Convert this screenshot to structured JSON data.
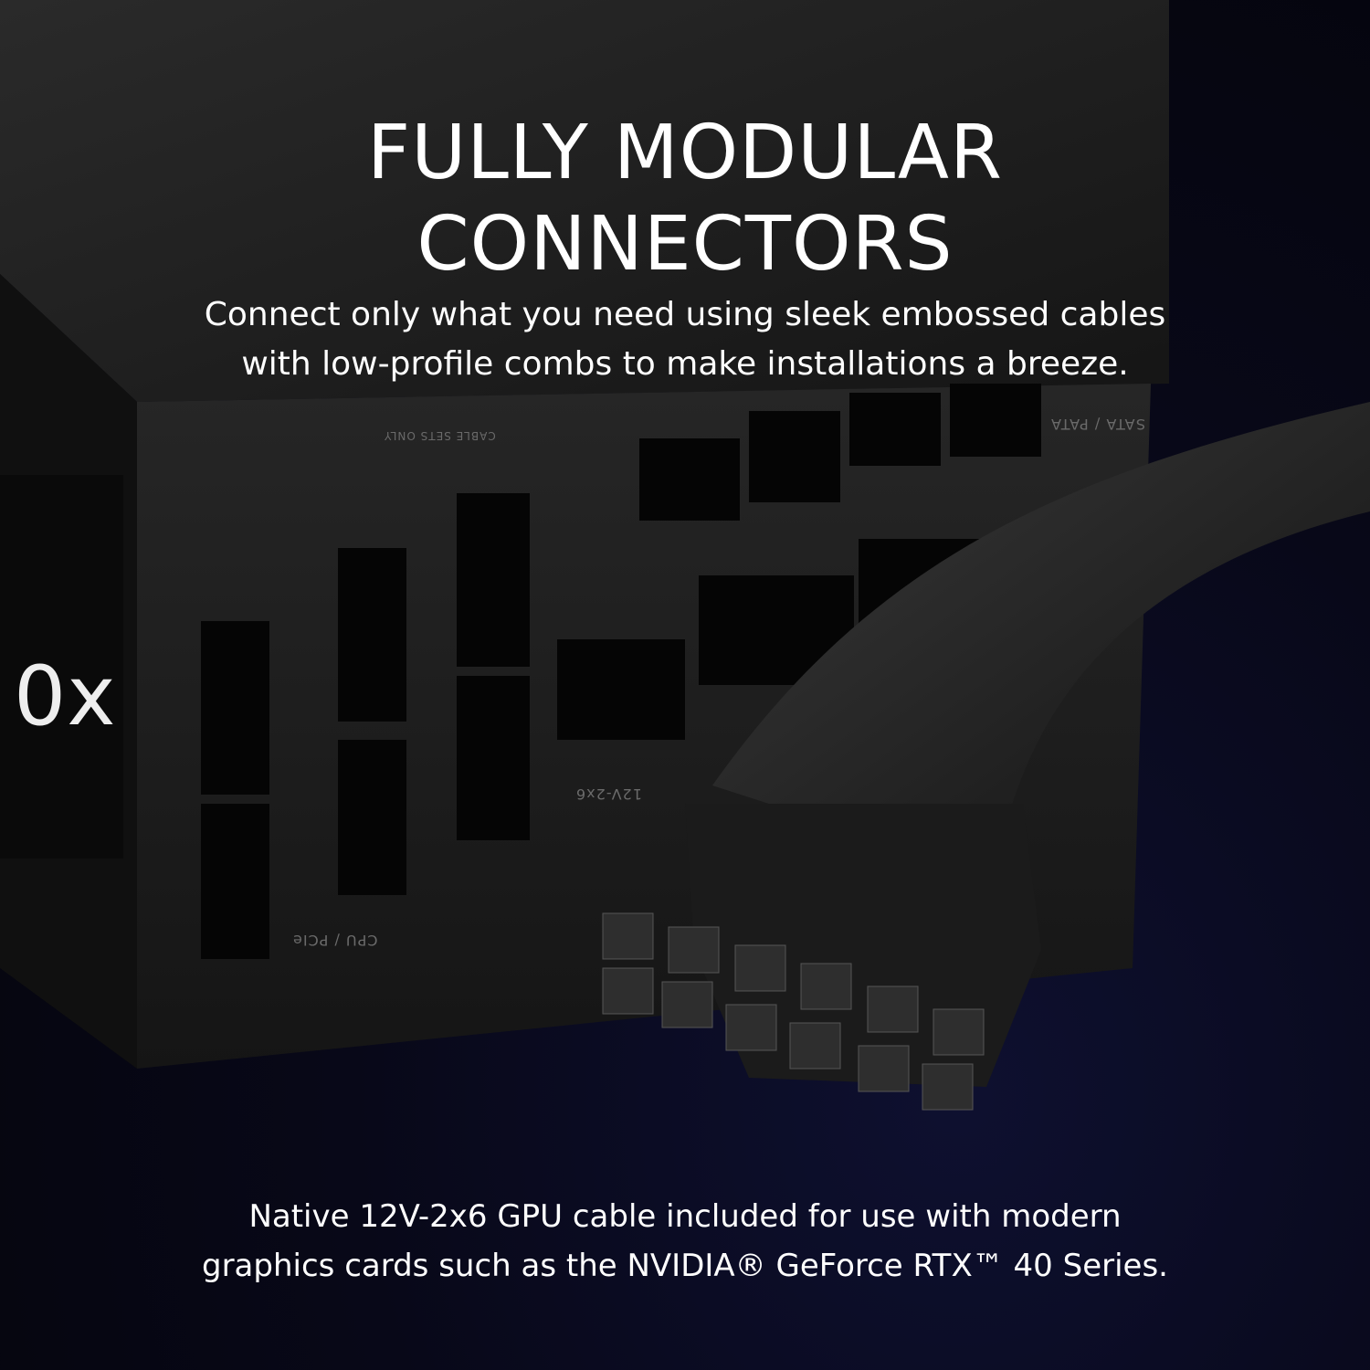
{
  "headline": {
    "line1": "FULLY MODULAR",
    "line2": "CONNECTORS"
  },
  "subtitle": {
    "line1": "Connect only what you need using sleek embossed cables",
    "line2": "with low-profile combs to make installations a breeze."
  },
  "footer": {
    "line1": "Native 12V-2x6 GPU cable included for use with modern",
    "line2": "graphics cards such as the NVIDIA® GeForce RTX™ 40 Series."
  },
  "psu_labels": {
    "cpu_pcie": "CPU / PCIe",
    "gpu": "12V-2x6",
    "sata_pata": "SATA / PATA",
    "cable_note": "CABLE SETS ONLY",
    "model_fragment": "0x"
  },
  "colors": {
    "background": "#05050f",
    "psu": "#1c1c1c",
    "text": "#ffffff"
  }
}
